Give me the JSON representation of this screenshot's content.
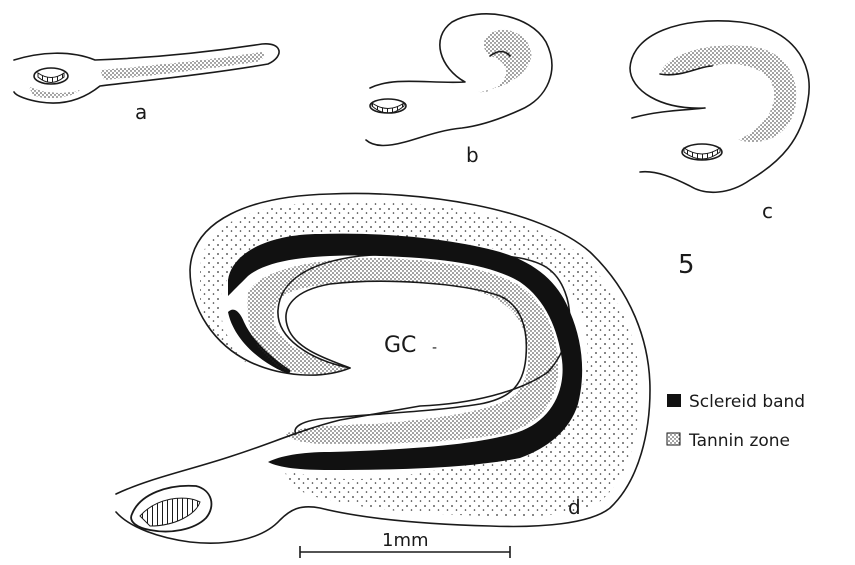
{
  "figure": {
    "number": "5",
    "panels": [
      {
        "id": "a",
        "label": "a"
      },
      {
        "id": "b",
        "label": "b"
      },
      {
        "id": "c",
        "label": "c"
      },
      {
        "id": "d",
        "label": "d"
      }
    ],
    "center_label": "GC",
    "legend": [
      {
        "label": "Sclereid band",
        "swatch": "solid-black"
      },
      {
        "label": "Tannin zone",
        "swatch": "stippled"
      }
    ],
    "scale_bar": {
      "label": "1mm"
    }
  },
  "colors": {
    "ink": "#1a1a1a",
    "sclereid": "#111111",
    "background": "#ffffff"
  }
}
